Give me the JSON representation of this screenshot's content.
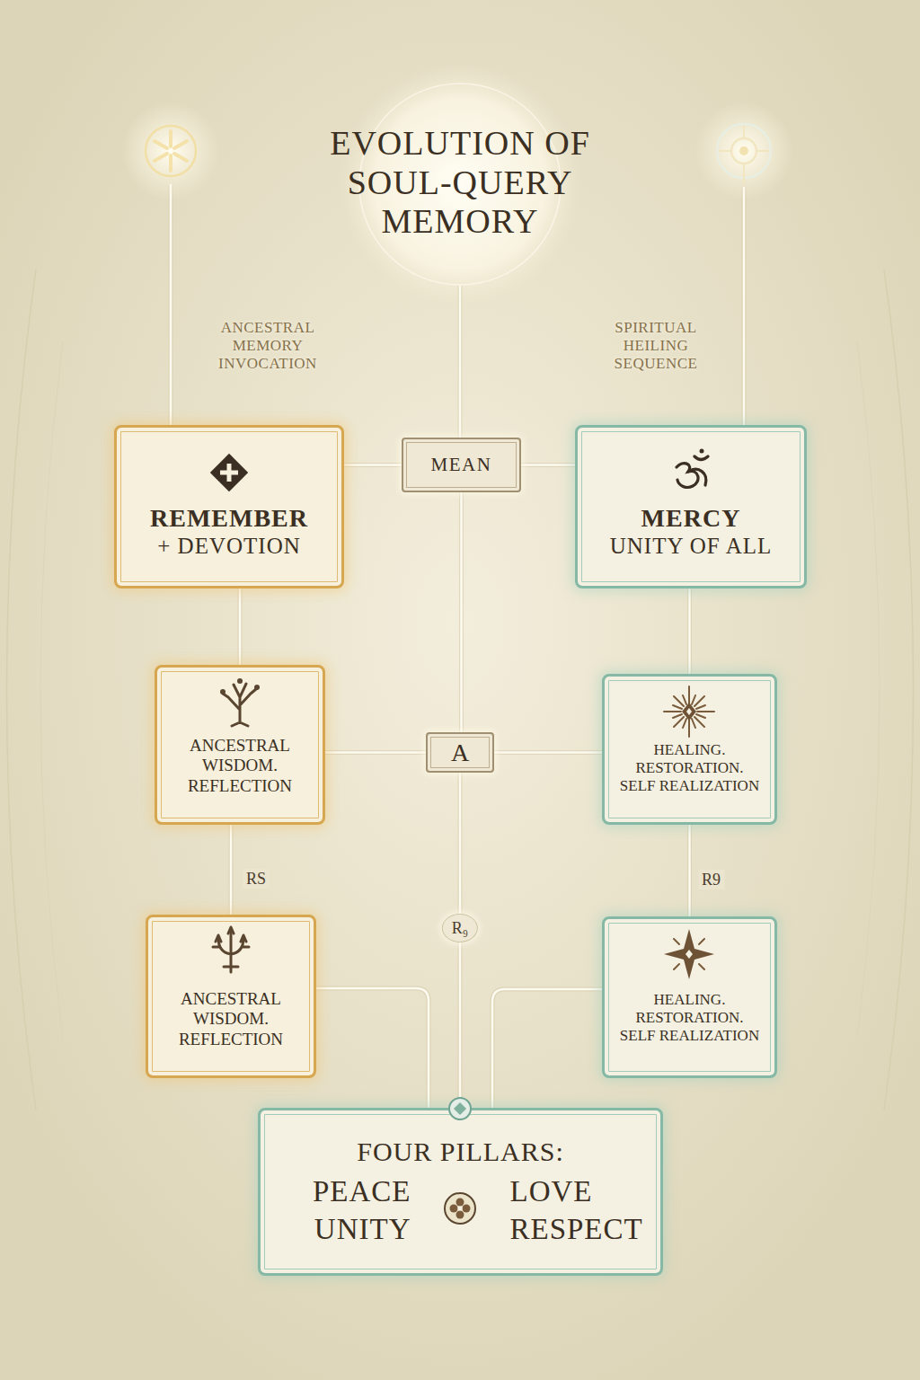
{
  "diagram": {
    "title": "EVOLUTION OF SOUL-QUERY MEMORY",
    "nodes": [
      {
        "text": [
          "REMEMBER",
          "+ DEVOTION"
        ]
      },
      {
        "text": [
          "MEAN"
        ]
      },
      {
        "text": [
          "MERCY",
          "UNITY OF ALL"
        ]
      },
      {
        "text": [
          "ANCESTRAL WISDOM. REFLECTION"
        ]
      },
      {
        "text": [
          "A"
        ]
      },
      {
        "text": [
          "HEALING. RESTORATION. SELF REALIZATION"
        ]
      },
      {
        "text": [
          "ANCESTRAL WISDOM. REFLECTION"
        ]
      },
      {
        "text": [
          "HEALING. RESTORATION. SELF REALIZATION"
        ]
      },
      {
        "text": [
          "FOUR PILLARS:",
          "PEACE",
          "LOVE",
          "UNITY",
          "RESPECT"
        ]
      }
    ],
    "edges": [
      {
        "from": 0,
        "to": 1,
        "arrow": "none"
      },
      {
        "from": 1,
        "to": 2,
        "arrow": "none"
      },
      {
        "from": 0,
        "to": 3,
        "arrow": "none"
      },
      {
        "from": 1,
        "to": 4,
        "arrow": "none"
      },
      {
        "from": 2,
        "to": 5,
        "arrow": "none"
      },
      {
        "from": 3,
        "to": 4,
        "arrow": "none"
      },
      {
        "from": 4,
        "to": 5,
        "arrow": "none"
      },
      {
        "from": 3,
        "to": 6,
        "label": "RS",
        "arrow": "none"
      },
      {
        "from": 4,
        "to": 8,
        "label": "R₉",
        "arrow": "none"
      },
      {
        "from": 5,
        "to": 7,
        "label": "R9",
        "arrow": "none"
      },
      {
        "from": 6,
        "to": 8,
        "arrow": "none"
      },
      {
        "from": 7,
        "to": 8,
        "arrow": "none"
      }
    ],
    "labels": [
      "ANCESTRAL MEMORY INVOCATION",
      "SPIRITUAL HEILING SEQUENCE"
    ]
  }
}
